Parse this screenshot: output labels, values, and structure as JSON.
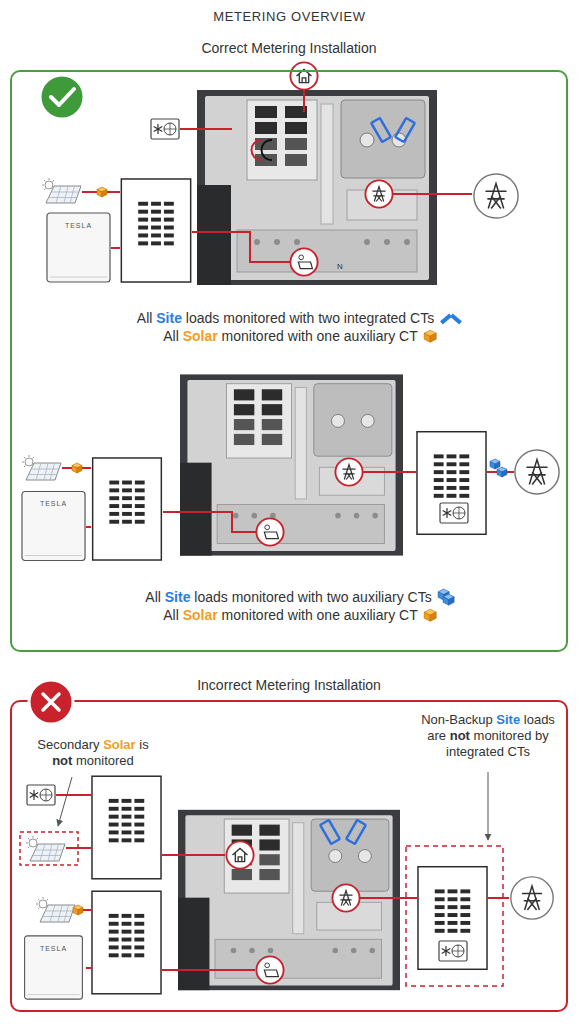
{
  "diagram": {
    "title": "METERING OVERVIEW",
    "nodes": [
      {
        "text": [
          "Correct Metering Installation"
        ]
      },
      {
        "text": [
          "Incorrect Metering Installation"
        ]
      }
    ],
    "labels": [
      "TESLA",
      "N",
      "All Site loads monitored with two integrated CTs",
      "All Solar monitored with one auxiliary CT",
      "TESLA",
      "All Site loads monitored with two auxiliary CTs",
      "All Solar monitored with one auxiliary CT",
      "Non-Backup Site loads are not monitored by integrated CTs",
      "Secondary Solar is not monitored",
      "TESLA"
    ]
  }
}
